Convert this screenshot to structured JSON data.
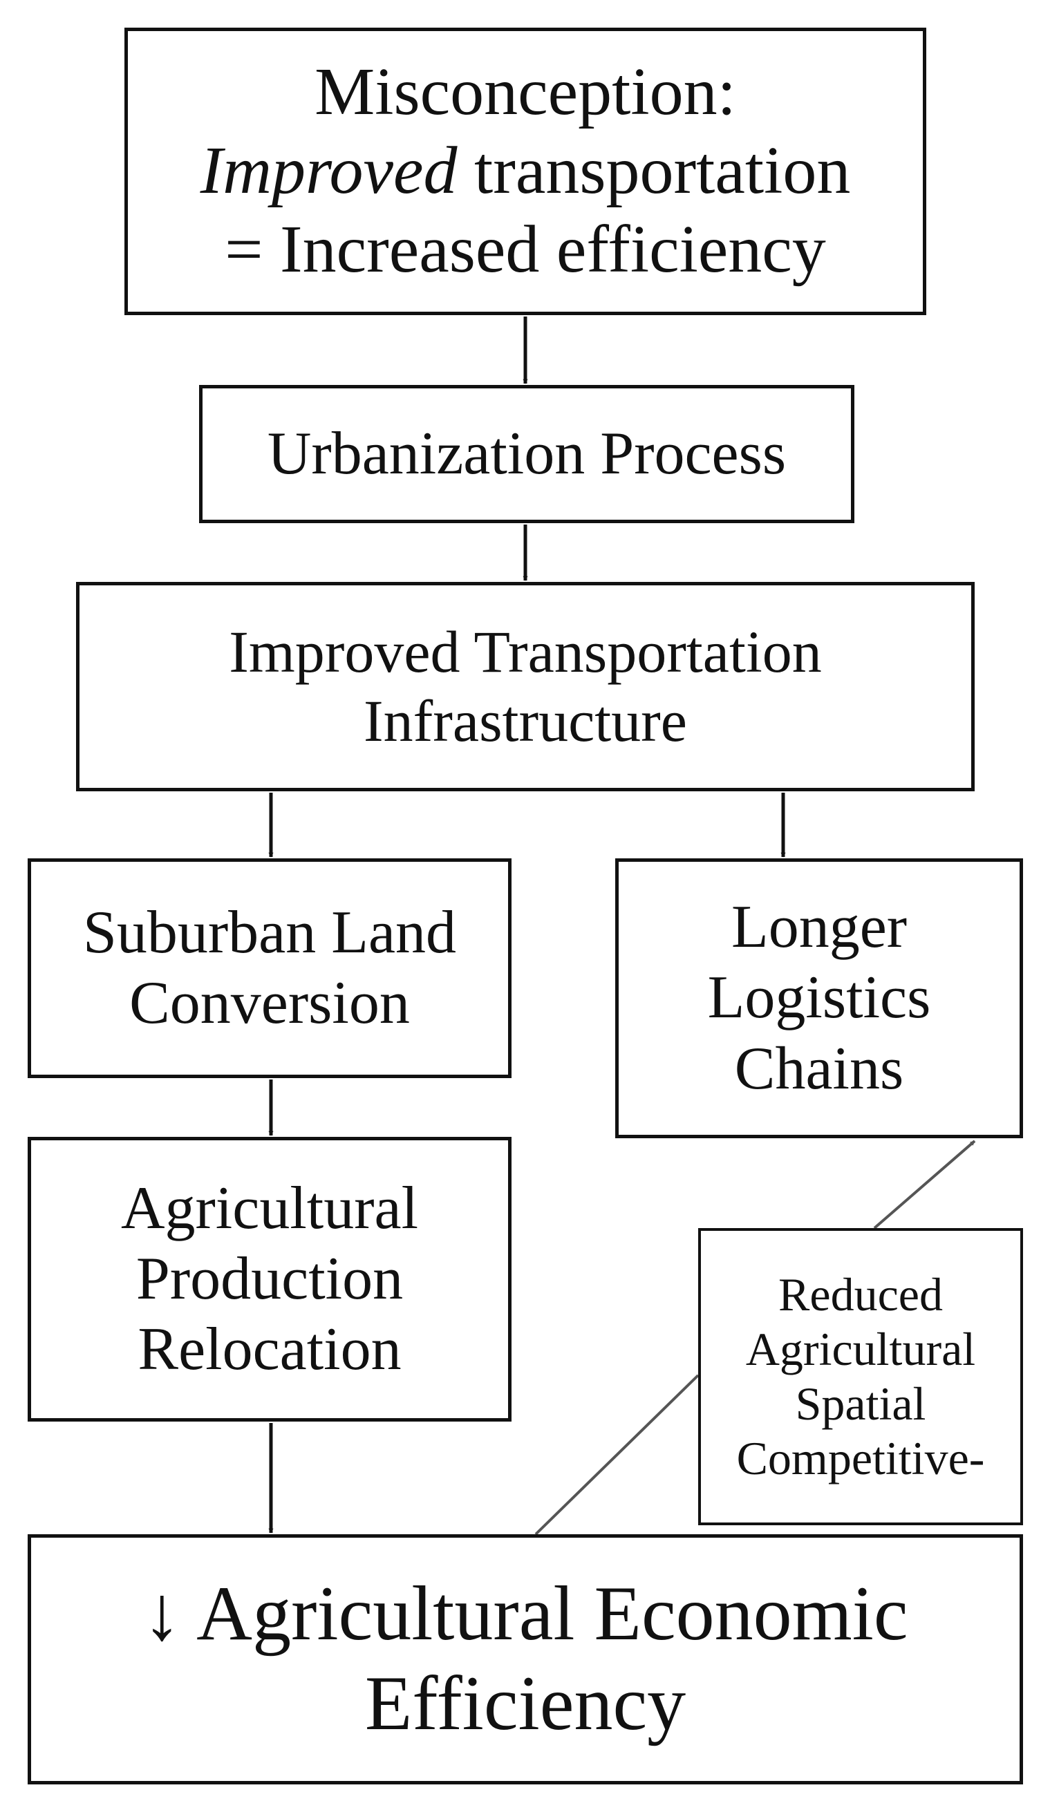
{
  "nodes": {
    "misconception": {
      "line1": "Misconception:",
      "line2_italic": "Improved",
      "line2_rest": " transportation",
      "line3": "= Increased efficiency"
    },
    "urbanization": {
      "line1": "Urbanization Process"
    },
    "infrastructure": {
      "line1": "Improved Transportation",
      "line2": "Infrastructure"
    },
    "suburban": {
      "line1": "Suburban Land",
      "line2": "Conversion"
    },
    "logistics": {
      "line1": "Longer",
      "line2": "Logistics",
      "line3": "Chains"
    },
    "relocation": {
      "line1": "Agricultural",
      "line2": "Production",
      "line3": "Relocation"
    },
    "competitiveness": {
      "line1": "Reduced",
      "line2": "Agricultural",
      "line3": "Spatial",
      "line4": "Competitive-"
    },
    "efficiency": {
      "line1": "↓ Agricultural Economic",
      "line2": "Efficiency"
    }
  },
  "colors": {
    "stroke": "#111111",
    "secondary_arrow": "#555555",
    "background": "#ffffff"
  }
}
